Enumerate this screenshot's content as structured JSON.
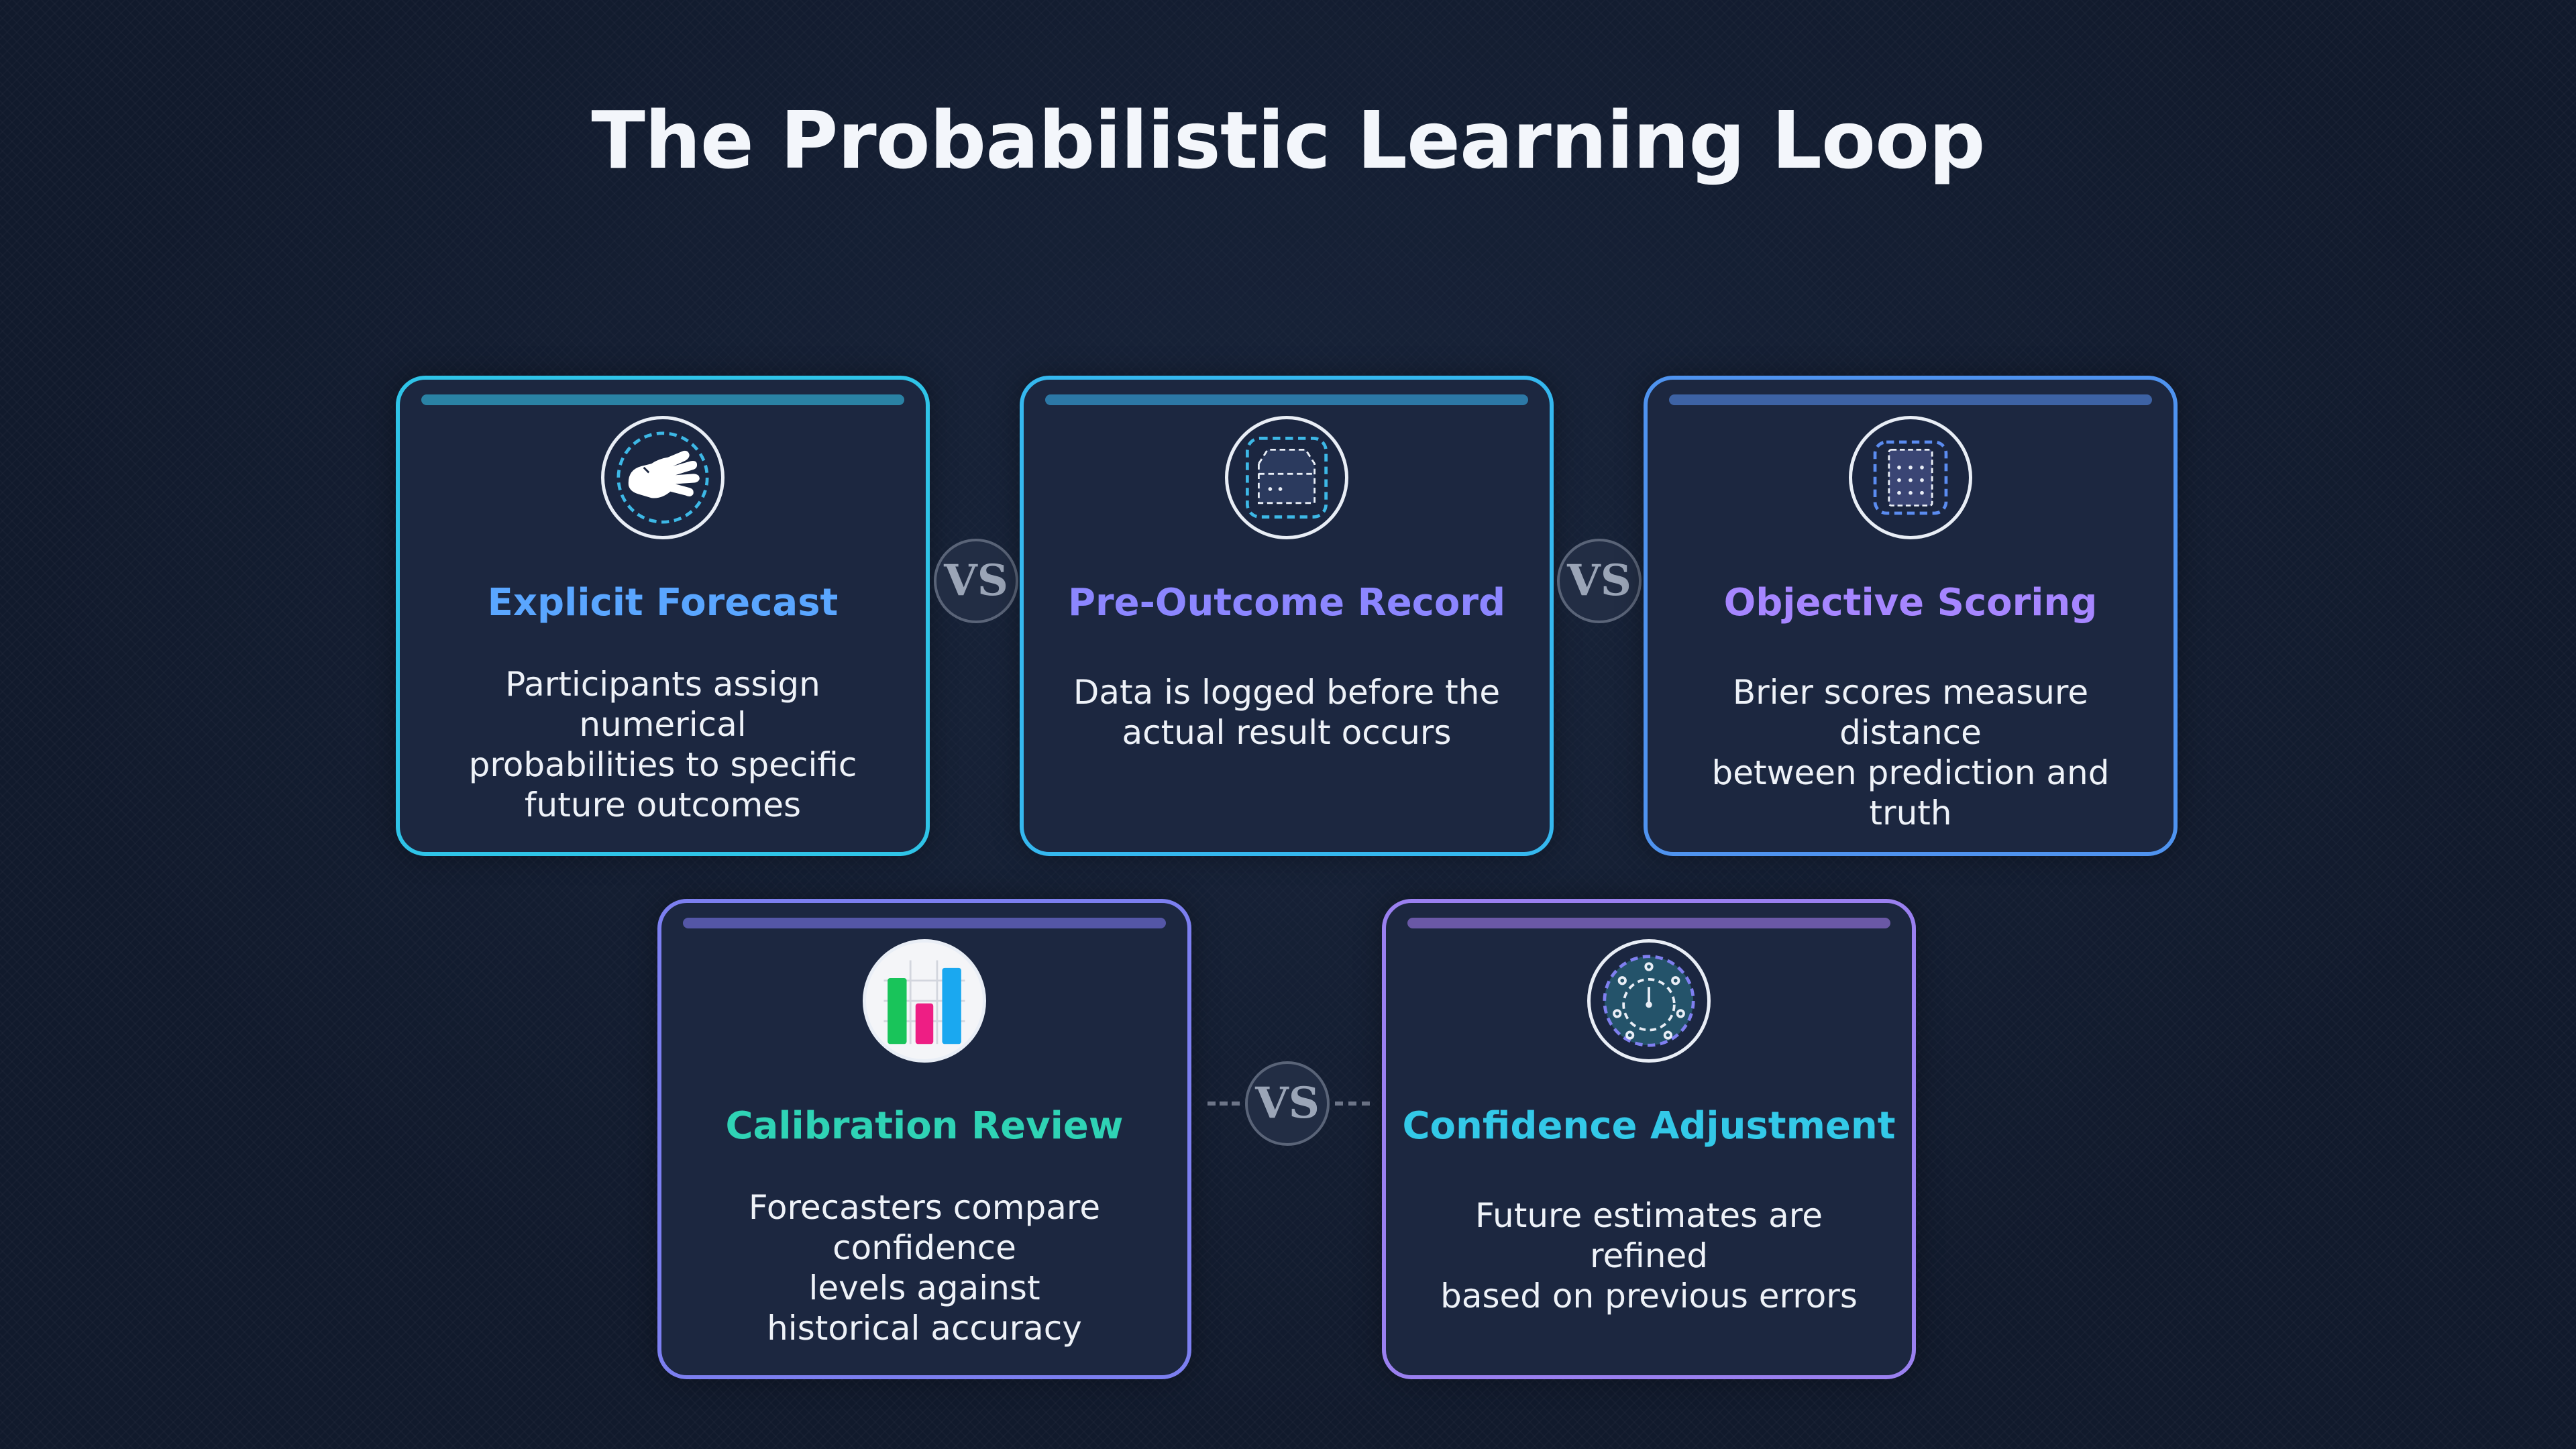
{
  "title": "The Probabilistic Learning Loop",
  "separator_label": "VS",
  "cards": [
    {
      "heading": "Explicit Forecast",
      "description": "Participants assign numerical\nprobabilities to specific\nfuture outcomes",
      "icon": "hand-icon",
      "heading_color": "#5aa6ff",
      "border_color": "#2fc4e8"
    },
    {
      "heading": "Pre-Outcome Record",
      "description": "Data is logged before the\nactual result occurs",
      "icon": "record-box-icon",
      "heading_color": "#8c86ff",
      "border_color": "#35b8ef"
    },
    {
      "heading": "Objective Scoring",
      "description": "Brier scores measure distance\nbetween prediction and truth",
      "icon": "scoring-grid-icon",
      "heading_color": "#a686ff",
      "border_color": "#4f93ef"
    },
    {
      "heading": "Calibration Review",
      "description": "Forecasters compare confidence\nlevels against\nhistorical accuracy",
      "icon": "bar-chart-icon",
      "heading_color": "#2fd3b5",
      "border_color": "#7c7ff0"
    },
    {
      "heading": "Confidence Adjustment",
      "description": "Future estimates are refined\nbased on previous errors",
      "icon": "dial-icon",
      "heading_color": "#33c9e8",
      "border_color": "#9a80f0"
    }
  ]
}
